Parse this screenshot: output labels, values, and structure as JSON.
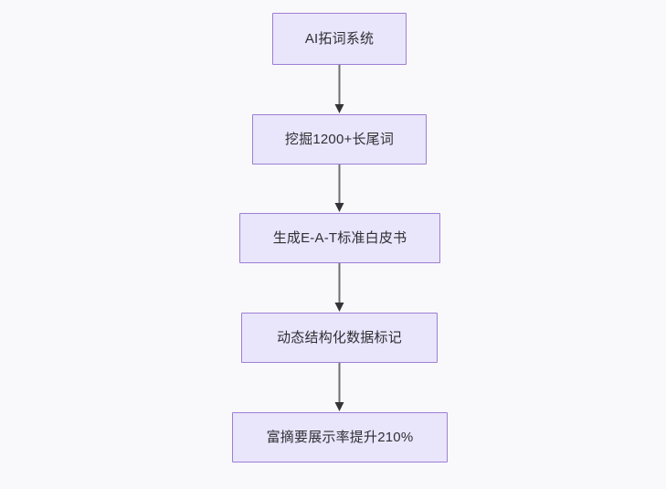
{
  "diagram": {
    "type": "flowchart",
    "orientation": "top-to-bottom",
    "background_color": "#f9f9fb",
    "node_fill_color": "#e9e5fb",
    "node_border_color": "#9d7fd4",
    "node_text_color": "#2f2f35",
    "edge_color": "#6e6e73",
    "arrowhead_color": "#333338",
    "nodes": [
      {
        "id": "n1",
        "label": "AI拓词系统"
      },
      {
        "id": "n2",
        "label": "挖掘1200+长尾词"
      },
      {
        "id": "n3",
        "label": "生成E-A-T标准白皮书"
      },
      {
        "id": "n4",
        "label": "动态结构化数据标记"
      },
      {
        "id": "n5",
        "label": "富摘要展示率提升210%"
      }
    ],
    "edges": [
      {
        "from": "n1",
        "to": "n2",
        "label": ""
      },
      {
        "from": "n2",
        "to": "n3",
        "label": ""
      },
      {
        "from": "n3",
        "to": "n4",
        "label": ""
      },
      {
        "from": "n4",
        "to": "n5",
        "label": ""
      }
    ]
  }
}
